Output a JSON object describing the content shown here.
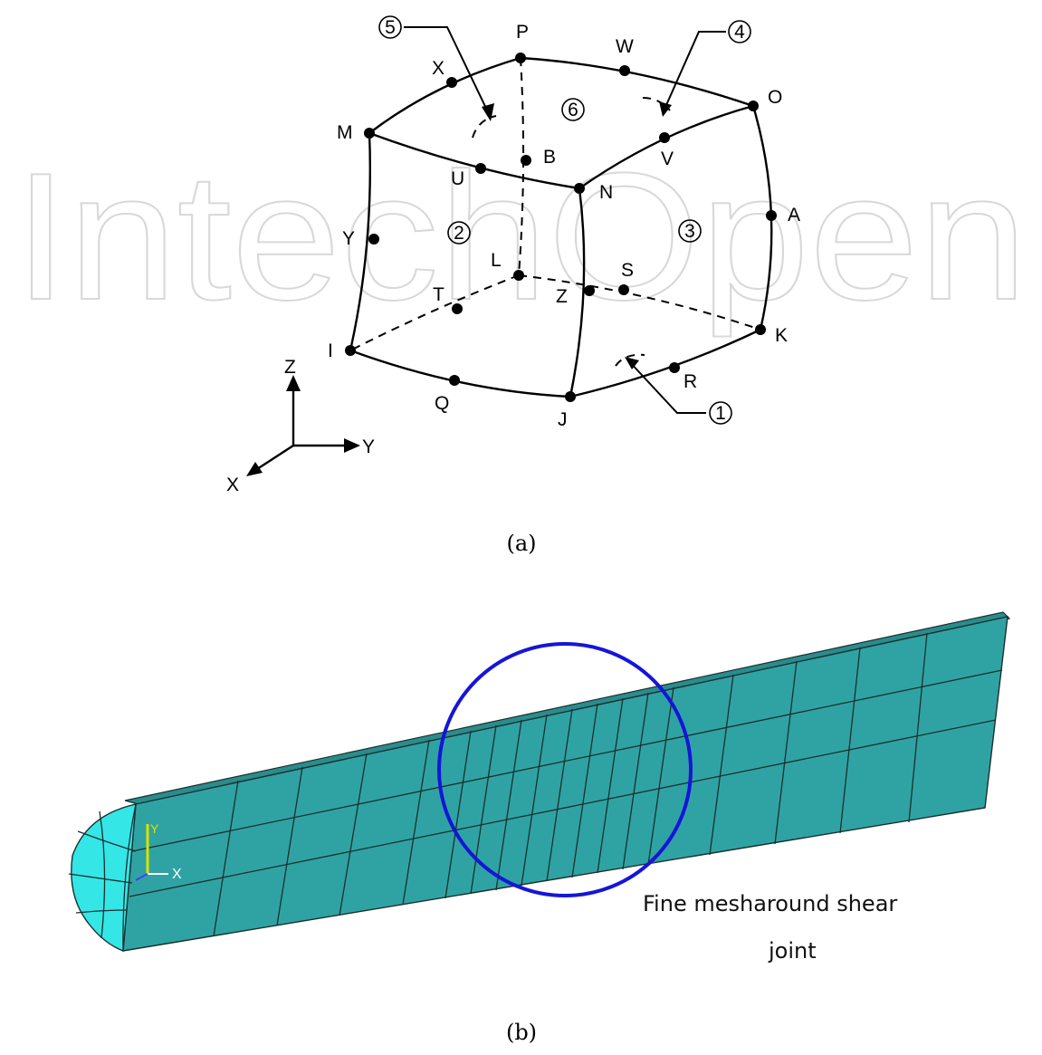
{
  "watermark_text": "IntechOpen",
  "figure_a": {
    "caption": "(a)",
    "nodes": [
      "P",
      "W",
      "O",
      "X",
      "M",
      "B",
      "U",
      "N",
      "V",
      "A",
      "Y",
      "L",
      "T",
      "S",
      "Z",
      "I",
      "K",
      "R",
      "Q",
      "J"
    ],
    "faces": [
      "1",
      "2",
      "3",
      "4",
      "5",
      "6"
    ],
    "axes": {
      "z": "Z",
      "y": "Y",
      "x": "X"
    }
  },
  "figure_b": {
    "caption": "(b)",
    "annotation_line1": "Fine mesharound shear",
    "annotation_line2": "joint",
    "triad": {
      "y": "Y",
      "x": "X"
    },
    "colors": {
      "mesh_fill": "#2fa3a3",
      "end_face": "#35e6e6",
      "circle": "#1515d8"
    }
  }
}
